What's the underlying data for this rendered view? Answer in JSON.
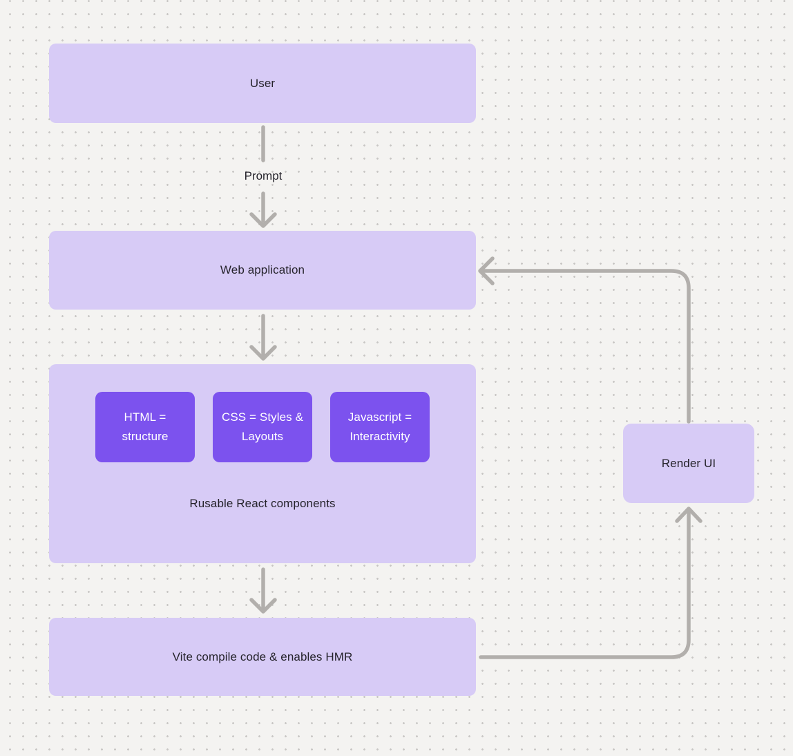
{
  "colors": {
    "bg": "#f4f3f1",
    "dot": "#c8c6c4",
    "node-fill": "#d7cbf6",
    "chip-fill": "#7c52ee",
    "chip-text": "#ffffff",
    "text": "#25232b",
    "arrow": "#b2afac"
  },
  "nodes": {
    "user": {
      "label": "User"
    },
    "webapp": {
      "label": "Web application"
    },
    "components": {
      "caption": "Rusable React components",
      "chips": [
        {
          "label": "HTML = structure"
        },
        {
          "label": "CSS = Styles & Layouts"
        },
        {
          "label": "Javascript = Interactivity"
        }
      ]
    },
    "vite": {
      "label": "Vite compile code & enables HMR"
    },
    "render": {
      "label": "Render UI"
    }
  },
  "edges": {
    "prompt_label": "Prompt"
  }
}
